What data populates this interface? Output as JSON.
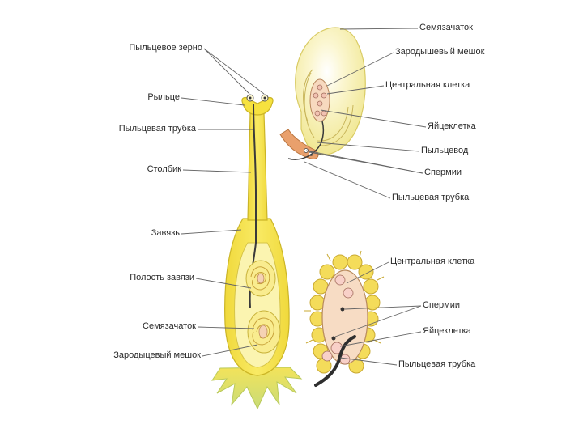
{
  "labels": {
    "pollen_grain": "Пыльцевое зерно",
    "stigma": "Рыльце",
    "pollen_tube_left": "Пыльцевая трубка",
    "style": "Столбик",
    "ovary": "Завязь",
    "ovary_cavity": "Полость завязи",
    "ovule_left": "Семязачаток",
    "embryo_sac_left": "Зародыцевый мешок",
    "ovule_top": "Семязачаток",
    "embryo_sac_top": "Зародышевый мешок",
    "central_cell_top": "Центральная клетка",
    "egg_cell_top": "Яйцеклетка",
    "micropyle": "Пыльцевод",
    "sperm_top": "Спермии",
    "pollen_tube_top": "Пыльцевая трубка",
    "central_cell_bottom": "Центральная клетка",
    "sperm_bottom": "Спермии",
    "egg_cell_bottom": "Яйцеклетка",
    "pollen_tube_bottom": "Пыльцевая трубка"
  },
  "colors": {
    "pistil_fill": "#f7e44d",
    "pistil_light": "#fbf3a8",
    "ovule_fill": "#f6efb2",
    "ovule_glow": "#fffde8",
    "embryo_sac_fill": "#f7dcc4",
    "cell_fill": "#f8d9d2",
    "outline": "#c9b52a",
    "tube_dark": "#3a3a3a",
    "leader": "#666666",
    "base_green": "#cfe07a"
  }
}
